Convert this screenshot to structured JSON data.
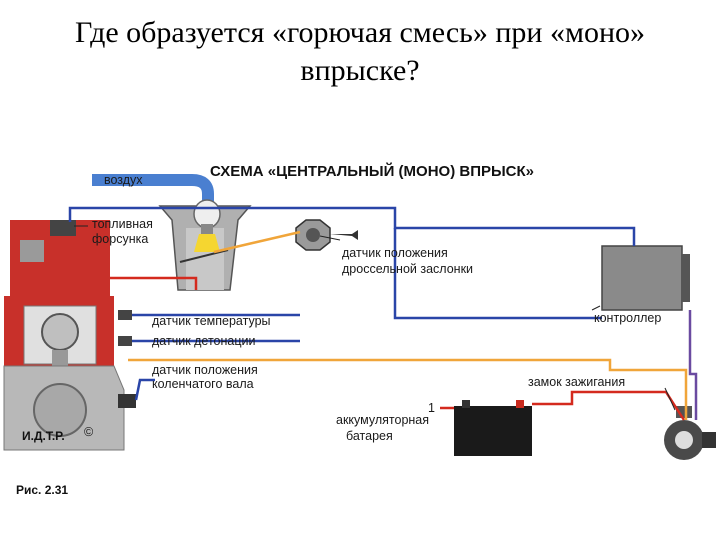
{
  "slide": {
    "title_line1": "Где образуется «горючая смесь» при «моно»",
    "title_line2": "впрыске?"
  },
  "diagram": {
    "heading": "СХЕМА «ЦЕНТРАЛЬНЫЙ (МОНО) ВПРЫСК»",
    "air_label": "воздух",
    "labels": {
      "injector_1": "топливная",
      "injector_2": "форсунка",
      "throttle_1": "датчик положения",
      "throttle_2": "дроссельной заслонки",
      "controller": "контроллер",
      "temp": "датчик температуры",
      "knock": "датчик детонации",
      "crank_1": "датчик положения",
      "crank_2": "коленчатого вала",
      "ignition": "замок зажигания",
      "battery_1": "аккумуляторная",
      "battery_2": "батарея",
      "idtr": "И.Д.Т.Р.",
      "copyright": "©",
      "fig": "Рис. 2.31"
    },
    "colors": {
      "signal_wire": "#2a45a8",
      "power_wire": "#d42a1e",
      "sensor_wire": "#f0a53a",
      "air_flow": "#4a7fd0",
      "engine_body": "#b8b8b8",
      "cylinder_head": "#c8302a",
      "fuel_spray": "#f5d630"
    }
  }
}
